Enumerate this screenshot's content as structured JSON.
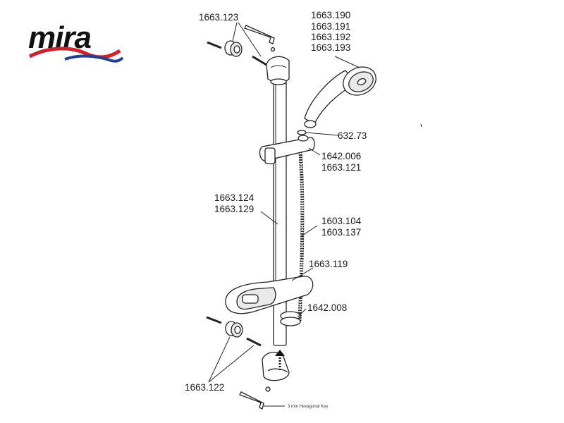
{
  "logo": {
    "text": "mira",
    "colors": {
      "ink": "#111111",
      "red_wave": "#d0202a",
      "blue_wave": "#1f3f99"
    }
  },
  "labels": {
    "top_bracket_screws": [
      "1663.123"
    ],
    "handset": [
      "1663.190",
      "1663.191",
      "1663.192",
      "1663.193"
    ],
    "washer": [
      "632.73"
    ],
    "slider": [
      "1642.006",
      "1663.121"
    ],
    "riser_rail": [
      "1663.124",
      "1663.129"
    ],
    "hose": [
      "1603.104",
      "1603.137"
    ],
    "soap_dish": [
      "1663.119"
    ],
    "hose_retaining_ring": [
      "1642.008"
    ],
    "bottom_bracket_screws": [
      "1663.122"
    ]
  },
  "key_note": "3 mm Hexagonal Key"
}
